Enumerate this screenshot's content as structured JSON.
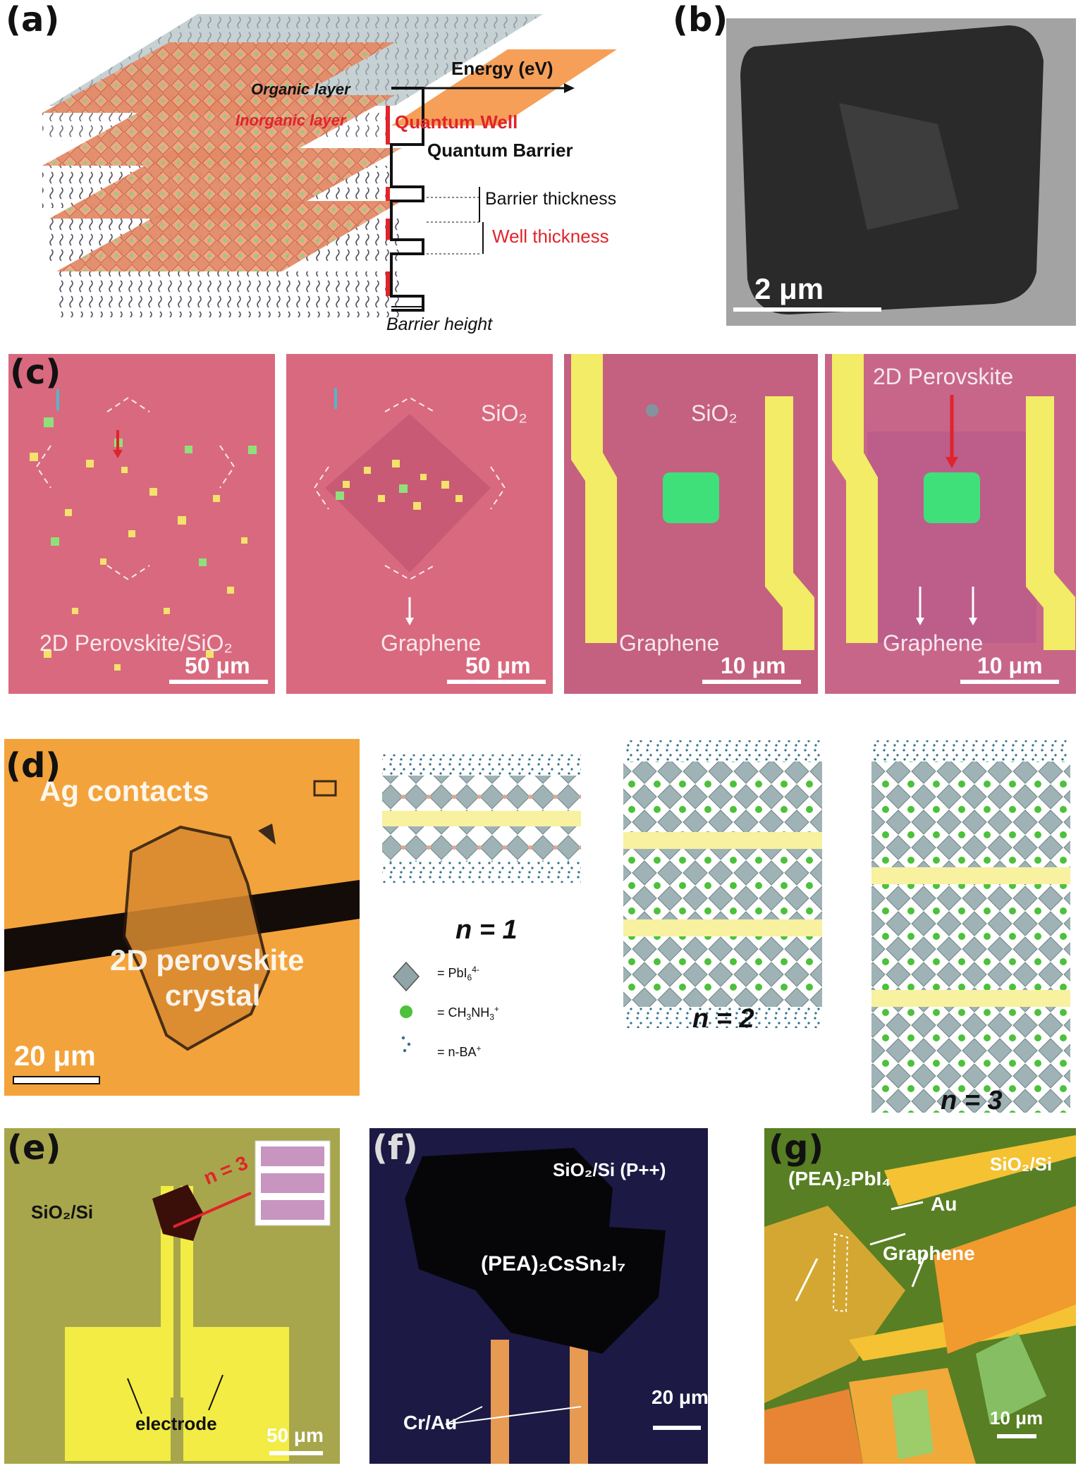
{
  "panels": {
    "a": {
      "label": "(a)",
      "organic_layer": "Organic layer",
      "inorganic_layer": "Inorganic layer",
      "energy": "Energy (eV)",
      "quantum_well": "Quantum Well",
      "quantum_barrier": "Quantum Barrier",
      "barrier_thickness": "Barrier thickness",
      "well_thickness": "Well thickness",
      "barrier_height": "Barrier height"
    },
    "b": {
      "label": "(b)",
      "scale": "2 μm"
    },
    "c": {
      "label": "(c)",
      "c1_caption": "2D Perovskite/SiO₂",
      "c1_scale": "50 μm",
      "c2_sio2": "SiO₂",
      "c2_caption": "Graphene",
      "c2_scale": "50 μm",
      "c3_sio2": "SiO₂",
      "c3_caption": "Graphene",
      "c3_scale": "10 μm",
      "c4_top": "2D Perovskite",
      "c4_caption": "Graphene",
      "c4_scale": "10 μm"
    },
    "d": {
      "label": "(d)",
      "ag_contacts": "Ag contacts",
      "crystal_line1": "2D perovskite",
      "crystal_line2": "crystal",
      "scale": "20 μm",
      "n1": "n = 1",
      "n2": "n = 2",
      "n3": "n = 3",
      "legend_pbi": "= PbI",
      "legend_pbi_sub": "6",
      "legend_pbi_sup": "4-",
      "legend_ma": "= CH",
      "legend_ma_sub1": "3",
      "legend_ma_mid": "NH",
      "legend_ma_sub2": "3",
      "legend_ma_sup": "+",
      "legend_ba": "= n-BA",
      "legend_ba_sup": "+"
    },
    "e": {
      "label": "(e)",
      "substrate": "SiO₂/Si",
      "n3": "n = 3",
      "electrode": "electrode",
      "scale": "50 μm"
    },
    "f": {
      "label": "(f)",
      "substrate": "SiO₂/Si (P++)",
      "crystal": "(PEA)₂CsSn₂I₇",
      "contacts": "Cr/Au",
      "scale": "20 μm"
    },
    "g": {
      "label": "(g)",
      "substrate": "SiO₂/Si",
      "pea": "(PEA)₂PbI₄",
      "au": "Au",
      "graphene": "Graphene",
      "scale": "10 μm"
    }
  },
  "colors": {
    "pink_substrate": "#d9697f",
    "green_flake": "#3fe07a",
    "yellow_electrode": "#f2ec66",
    "orange_d": "#f4a23a",
    "red_text": "#e0242b"
  }
}
